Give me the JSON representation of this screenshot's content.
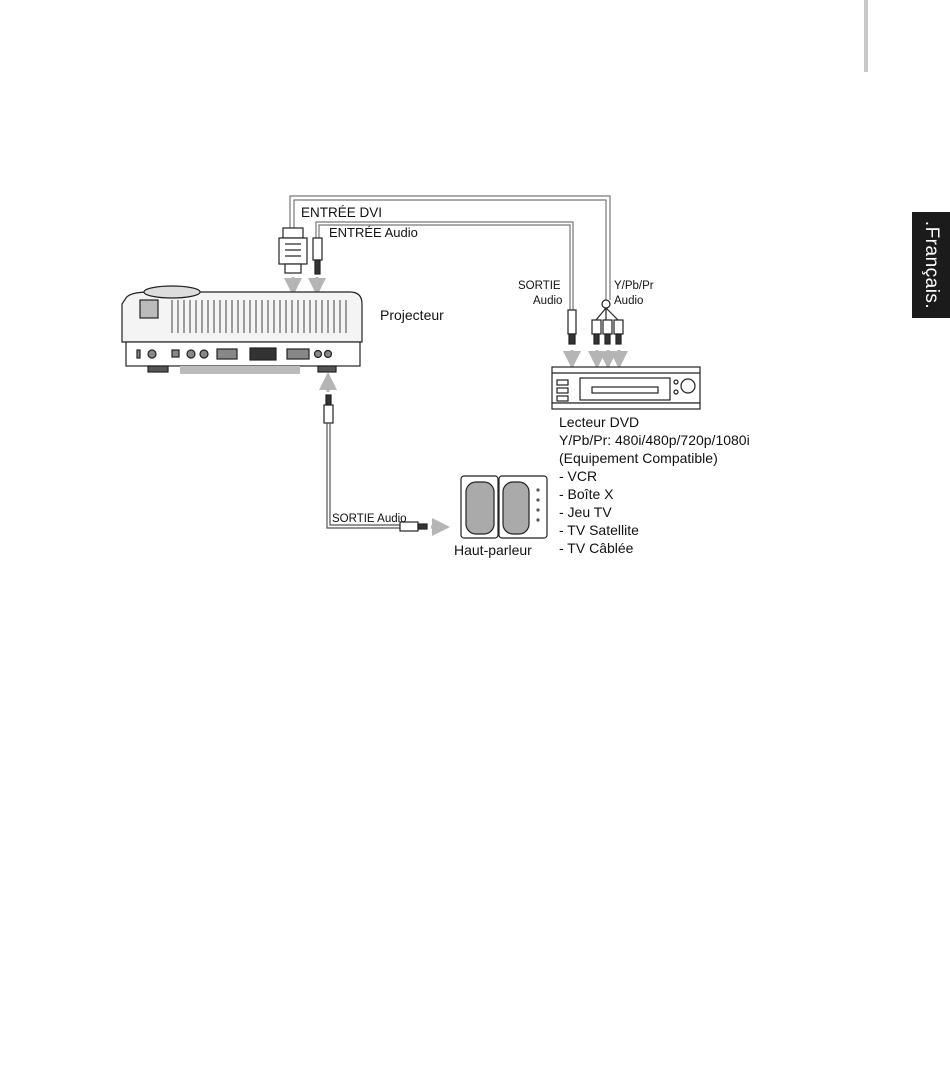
{
  "side_tab": {
    "label": ".Français."
  },
  "labels": {
    "dvi_in": "ENTRÉE DVI",
    "audio_in": "ENTRÉE Audio",
    "projector": "Projecteur",
    "audio_out_top_1": "SORTIE",
    "audio_out_top_2": "Audio",
    "ypbpr_1": "Y/Pb/Pr",
    "ypbpr_2": "Audio",
    "audio_out_bottom": "SORTIE Audio",
    "speaker": "Haut-parleur"
  },
  "dvd_info": {
    "title": "Lecteur DVD",
    "resolutions": "Y/Pb/Pr: 480i/480p/720p/1080i",
    "compatible": "(Equipement Compatible)",
    "devices": [
      "- VCR",
      "- Boîte X",
      "- Jeu TV",
      "- TV Satellite",
      "- TV Câblée"
    ]
  },
  "colors": {
    "tab_bg": "#1b1b1b",
    "cable": "#555555",
    "arrow": "#b5b5b5"
  }
}
